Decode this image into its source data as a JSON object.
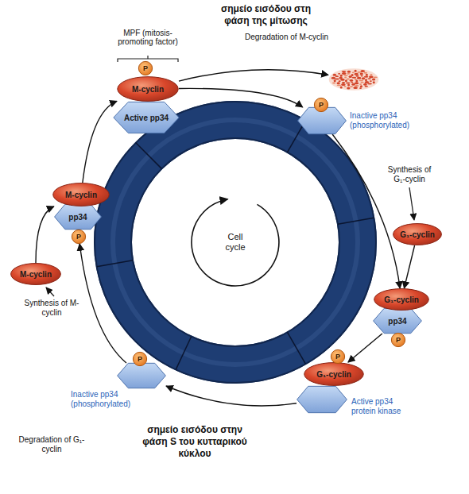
{
  "diagram": {
    "nodes": [
      {
        "text": [
          "P"
        ]
      },
      {
        "text": [
          "M-cyclin"
        ]
      },
      {
        "text": [
          "Active pp34"
        ]
      },
      {
        "text": [
          "Degradation of M-cyclin"
        ]
      },
      {
        "text": [
          "Inactive pp34 (phosphorylated)"
        ]
      },
      {
        "text": [
          "P"
        ]
      },
      {
        "text": [
          "G₁-cyclin"
        ]
      },
      {
        "text": [
          "G₁-cyclin"
        ]
      },
      {
        "text": [
          "pp34"
        ]
      },
      {
        "text": [
          "P"
        ]
      },
      {
        "text": [
          "P"
        ]
      },
      {
        "text": [
          "G₁-cyclin"
        ]
      },
      {
        "text": [
          "Active pp34 protein kinase"
        ]
      },
      {
        "text": [
          "P"
        ]
      },
      {
        "text": [
          "Inactive pp34 (phosphorylated)"
        ]
      },
      {
        "text": [
          "M-cyclin"
        ]
      },
      {
        "text": [
          "M-cyclin"
        ]
      },
      {
        "text": [
          "pp34"
        ]
      },
      {
        "text": [
          "P"
        ]
      }
    ],
    "edges": [
      {
        "from": 1,
        "to": 3,
        "arrow": "to"
      },
      {
        "from": 1,
        "to": 4,
        "arrow": "to"
      },
      {
        "from": 4,
        "to": 7,
        "arrow": "to"
      },
      {
        "from": 6,
        "to": 7,
        "arrow": "to"
      },
      {
        "from": 8,
        "to": 11,
        "arrow": "to"
      },
      {
        "from": 12,
        "to": 14,
        "arrow": "to"
      },
      {
        "from": 14,
        "to": 18,
        "arrow": "to"
      },
      {
        "from": 15,
        "to": 16,
        "arrow": "to"
      },
      {
        "from": 16,
        "to": 1,
        "arrow": "to"
      }
    ],
    "labels": [
      "σημείο εισόδου στη φάση της μίτωσης",
      "MPF (mitosis-promoting factor)",
      "Synthesis of G₁-cyclin",
      "Cell cycle",
      "σημείο εισόδου στην φάση S του κυτταρικού κύκλου",
      "Degradation of G₁-cyclin",
      "Synthesis of M-cyclin"
    ]
  }
}
